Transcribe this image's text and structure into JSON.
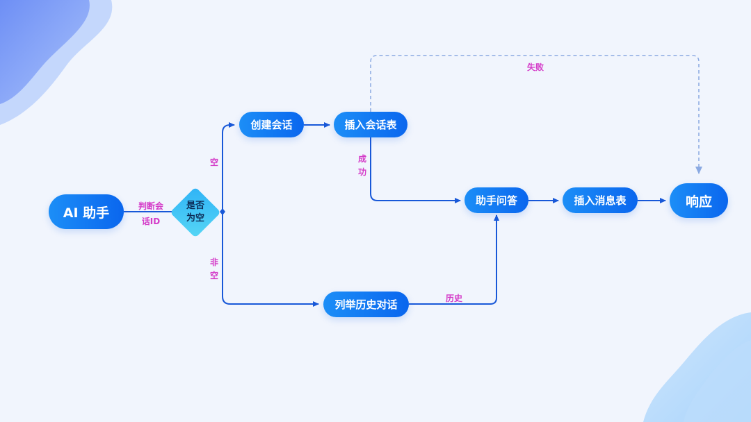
{
  "nodes": {
    "ai_assistant": "AI 助手",
    "decision": "是否为空",
    "create_session": "创建会话",
    "insert_session_table": "插入会话表",
    "assistant_qa": "助手问答",
    "insert_message_table": "插入消息表",
    "response": "响应",
    "list_history": "列举历史对话"
  },
  "labels": {
    "judge_session_id": "判断会话ID",
    "empty": "空",
    "not_empty": "非空",
    "success": "成功",
    "failure": "失败",
    "history": "历史"
  },
  "colors": {
    "node_gradient_start": "#1c8ef7",
    "node_gradient_end": "#0a66ee",
    "decision_fill": "#3ec4f6",
    "connector": "#1858d8",
    "failure_connector": "#8aa9e2",
    "label_text": "#d43bc8",
    "background": "#f1f5fd"
  }
}
